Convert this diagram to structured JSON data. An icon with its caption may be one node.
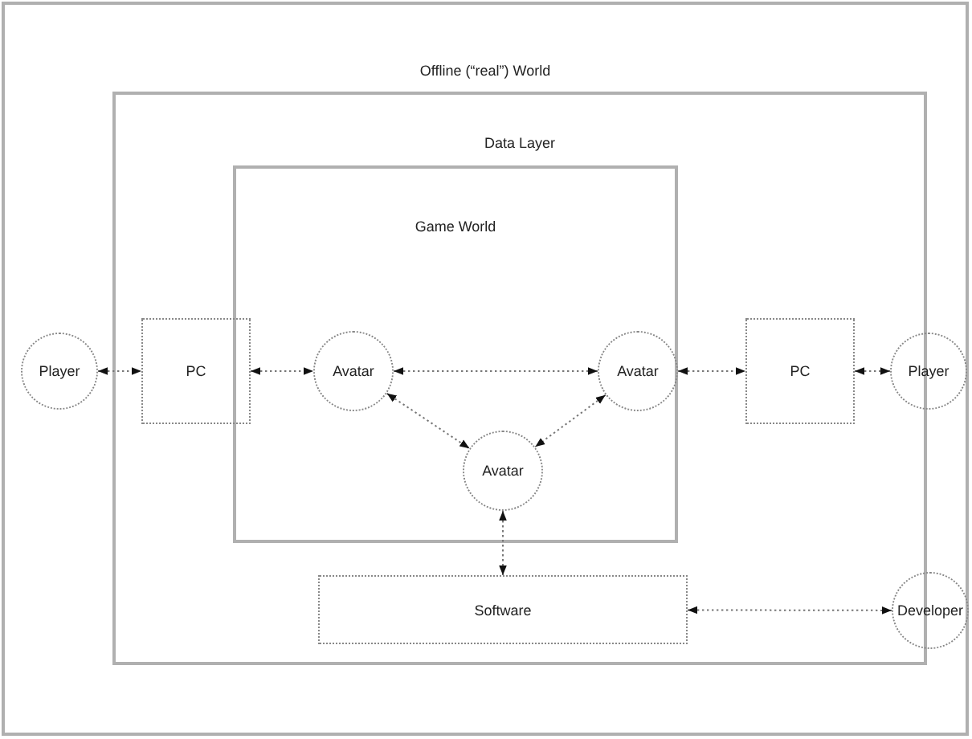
{
  "diagram": {
    "nodes": [
      {
        "text": [
          "Offline (“real”) World"
        ]
      },
      {
        "text": [
          "Data Layer"
        ],
        "in": 0
      },
      {
        "text": [
          "Game World"
        ],
        "in": 1
      },
      {
        "text": [
          "Player"
        ],
        "in": 0
      },
      {
        "text": [
          "PC"
        ],
        "in": 1
      },
      {
        "text": [
          "Avatar"
        ],
        "in": 2
      },
      {
        "text": [
          "Avatar"
        ],
        "in": 2
      },
      {
        "text": [
          "PC"
        ],
        "in": 1
      },
      {
        "text": [
          "Player"
        ],
        "in": 0
      },
      {
        "text": [
          "Avatar"
        ],
        "in": 2
      },
      {
        "text": [
          "Software"
        ],
        "in": 1
      },
      {
        "text": [
          "Developer"
        ],
        "in": 0
      }
    ],
    "edges": [
      {
        "from": 3,
        "to": 4,
        "arrow": "both",
        "style": "dashed"
      },
      {
        "from": 4,
        "to": 5,
        "arrow": "both",
        "style": "dashed"
      },
      {
        "from": 5,
        "to": 6,
        "arrow": "both",
        "style": "dashed"
      },
      {
        "from": 6,
        "to": 7,
        "arrow": "both",
        "style": "dashed"
      },
      {
        "from": 7,
        "to": 8,
        "arrow": "both",
        "style": "dashed"
      },
      {
        "from": 5,
        "to": 9,
        "arrow": "both",
        "style": "dashed"
      },
      {
        "from": 6,
        "to": 9,
        "arrow": "both",
        "style": "dashed"
      },
      {
        "from": 9,
        "to": 10,
        "arrow": "both",
        "style": "dashed"
      },
      {
        "from": 10,
        "to": 11,
        "arrow": "both",
        "style": "dashed"
      }
    ]
  }
}
